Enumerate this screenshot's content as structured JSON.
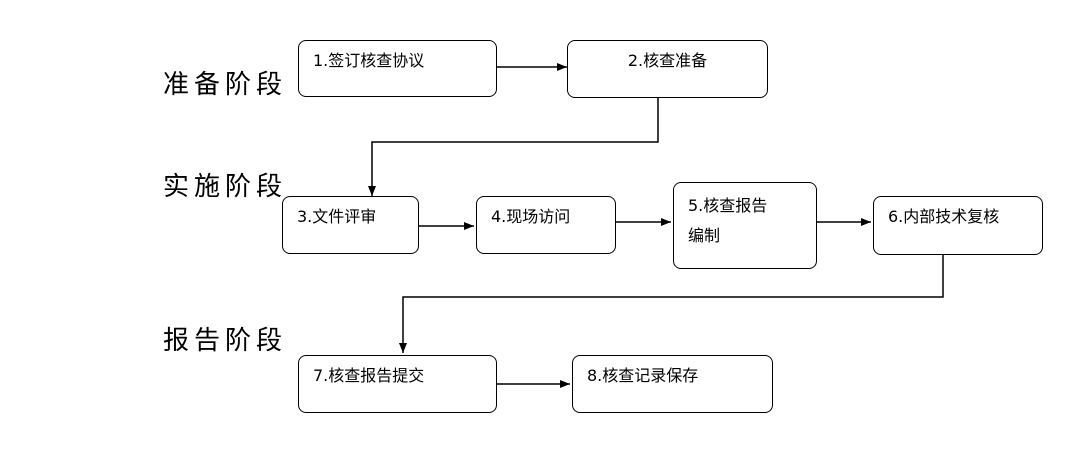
{
  "phases": {
    "prep": "准备阶段",
    "impl": "实施阶段",
    "report": "报告阶段"
  },
  "steps": {
    "s1": "1.签订核查协议",
    "s2": "2.核查准备",
    "s3": "3.文件评审",
    "s4": "4.现场访问",
    "s5_line1": "5.核查报告",
    "s5_line2": "编制",
    "s6": "6.内部技术复核",
    "s7": "7.核查报告提交",
    "s8": "8.核查记录保存"
  }
}
